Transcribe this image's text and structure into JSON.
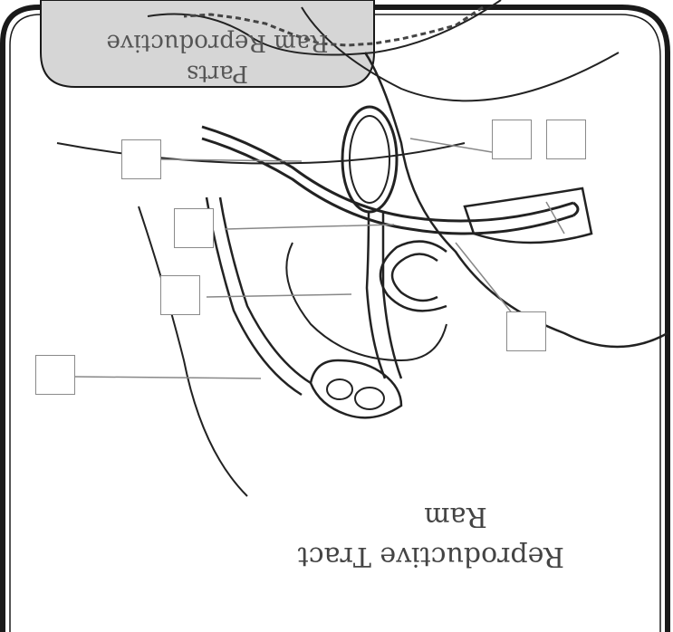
{
  "worksheet": {
    "title": "Ram Reproductive Tract",
    "title_line1": "Ram",
    "title_line2": "Reproductive Tract",
    "tab_title_line1": "Ram Reproductive",
    "tab_title_line2": "Parts"
  },
  "answer_boxes": [
    "",
    "",
    "",
    "",
    "",
    "",
    ""
  ],
  "colors": {
    "outline": "#222222",
    "frame": "#1a1a1a",
    "tab_fill": "#d6d6d6",
    "box_border": "#8a8a8a"
  }
}
